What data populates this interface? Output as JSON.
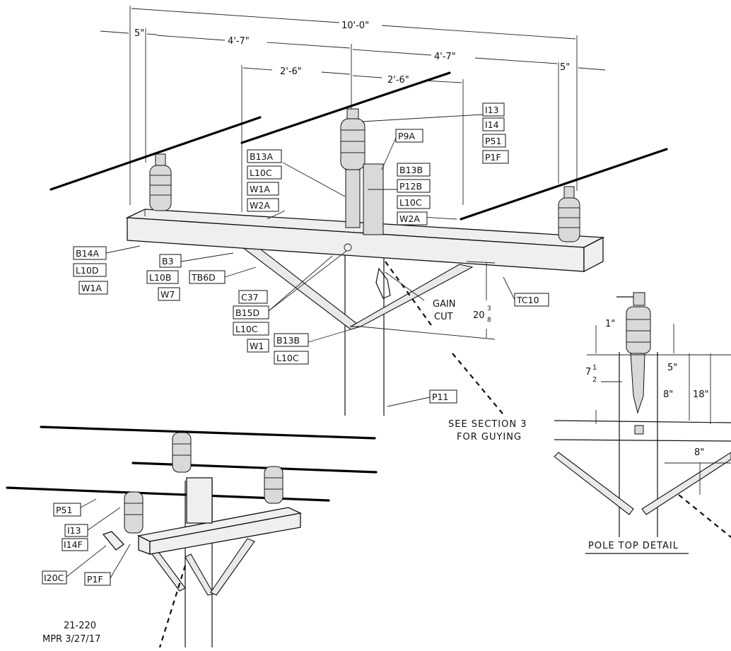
{
  "dimensions": {
    "overall": "10'-0\"",
    "left_offset": "5\"",
    "left_half": "4'-7\"",
    "right_half": "4'-7\"",
    "right_offset": "5\"",
    "inner_left": "2'-6\"",
    "inner_right": "2'-6\"",
    "brace_drop_whole": "20",
    "brace_drop_num": "3",
    "brace_drop_den": "8"
  },
  "labels": {
    "I13": "I13",
    "I14": "I14",
    "P51": "P51",
    "P1F": "P1F",
    "P9A": "P9A",
    "B13A": "B13A",
    "L10C_a": "L10C",
    "W1A_a": "W1A",
    "W2A_a": "W2A",
    "B13B_a": "B13B",
    "P12B": "P12B",
    "L10C_b": "L10C",
    "W2A_b": "W2A",
    "B14A": "B14A",
    "L10D": "L10D",
    "W1A_b": "W1A",
    "B3": "B3",
    "L10B": "L10B",
    "W7": "W7",
    "TB6D": "TB6D",
    "C37": "C37",
    "B15D": "B15D",
    "L10C_c": "L10C",
    "W1": "W1",
    "B13B_b": "B13B",
    "L10C_d": "L10C",
    "TC10": "TC10",
    "P11": "P11",
    "P51_b": "P51",
    "I13_b": "I13",
    "I14F": "I14F",
    "I20C": "I20C",
    "P1F_b": "P1F"
  },
  "notes": {
    "gain_1": "GAIN",
    "gain_2": "CUT",
    "guy_1": "SEE SECTION 3",
    "guy_2": "FOR GUYING",
    "drawing_no": "21-220",
    "revision": "MPR 3/27/17"
  },
  "detail": {
    "title": "POLE TOP DETAIL",
    "d_1": "1\"",
    "d_5": "5\"",
    "d_75_whole": "7",
    "d_75_num": "1",
    "d_75_den": "2",
    "d_8a": "8\"",
    "d_18": "18\"",
    "d_8b": "8\""
  }
}
